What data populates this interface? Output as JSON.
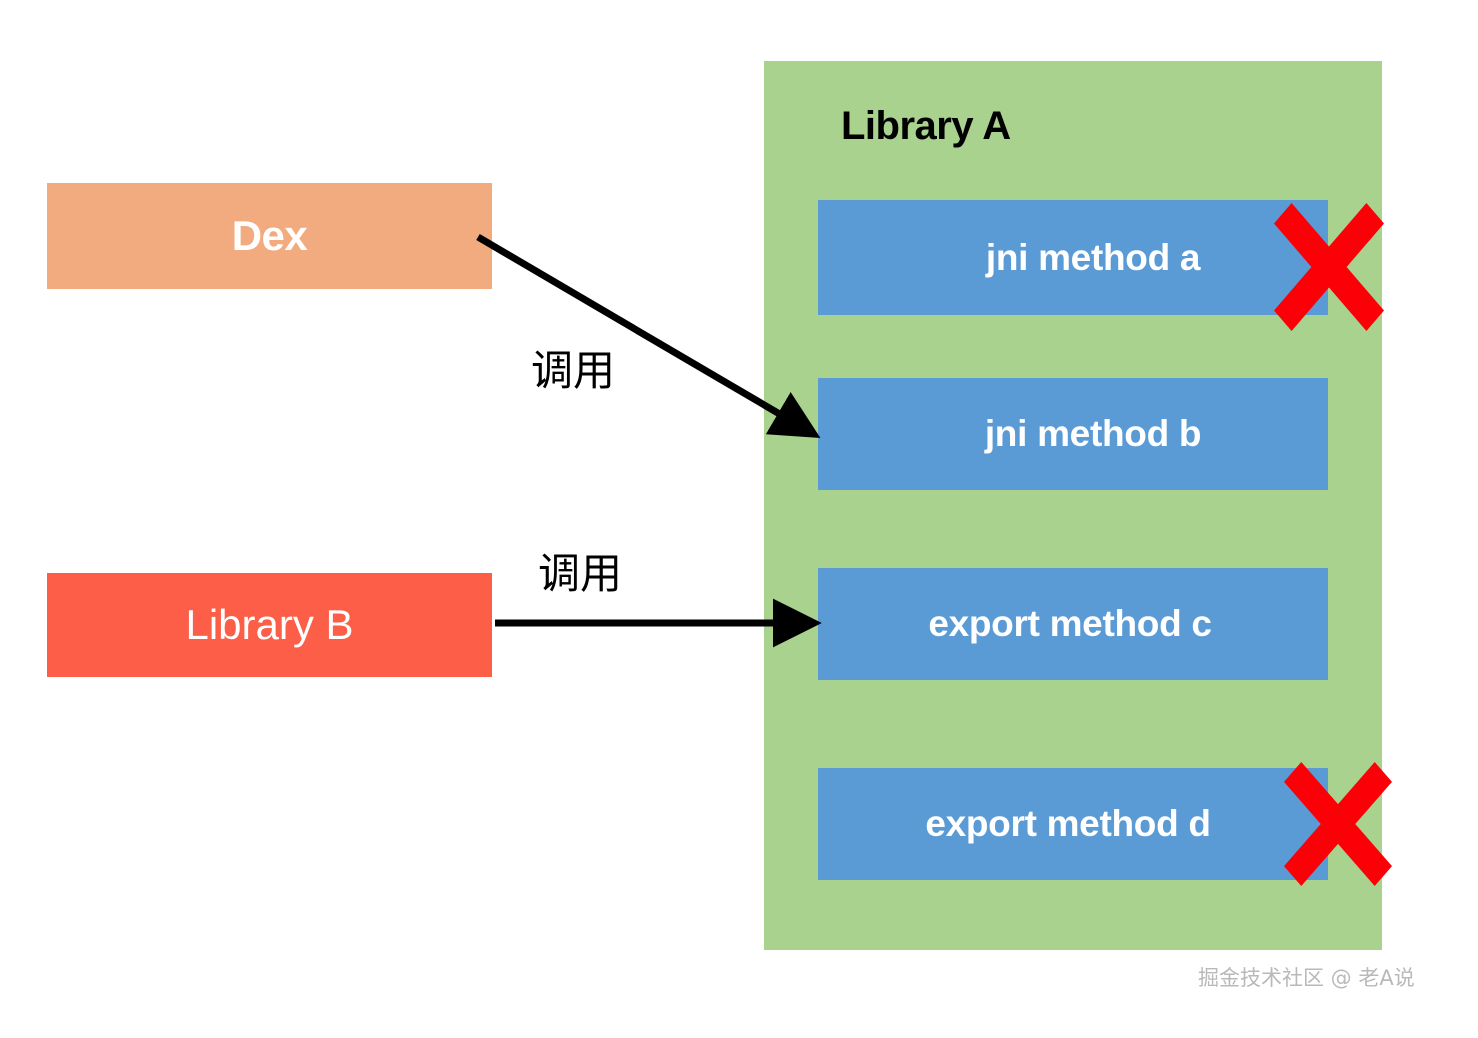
{
  "diagram": {
    "title": "Library A JNI / export method call diagram",
    "background": "#ffffff",
    "library_a": {
      "label": "Library A",
      "panel_color": "#a8d28d",
      "title_color": "#000000",
      "methods": [
        {
          "label": "jni method a",
          "color": "#5b9bd5",
          "text_color": "#ffffff",
          "blocked": true
        },
        {
          "label": "jni method b",
          "color": "#5b9bd5",
          "text_color": "#ffffff",
          "blocked": false
        },
        {
          "label": "export method c",
          "color": "#5b9bd5",
          "text_color": "#ffffff",
          "blocked": false
        },
        {
          "label": "export method d",
          "color": "#5b9bd5",
          "text_color": "#ffffff",
          "blocked": true
        }
      ]
    },
    "sources": [
      {
        "label": "Dex",
        "color": "#f2ab7e",
        "text_color": "#ffffff"
      },
      {
        "label": "Library B",
        "color": "#fc5e47",
        "text_color": "#ffffff"
      }
    ],
    "edges": [
      {
        "label": "调用",
        "from": "Dex",
        "to": "jni method b",
        "style": "diagonal-arrow"
      },
      {
        "label": "调用",
        "from": "Library B",
        "to": "export method c",
        "style": "horizontal-arrow"
      }
    ],
    "markers": [
      {
        "name": "blocked-x",
        "target": "jni method a",
        "color": "#fb0007"
      },
      {
        "name": "blocked-x",
        "target": "export method d",
        "color": "#fb0007"
      }
    ],
    "watermark": "掘金技术社区 @ 老A说"
  }
}
